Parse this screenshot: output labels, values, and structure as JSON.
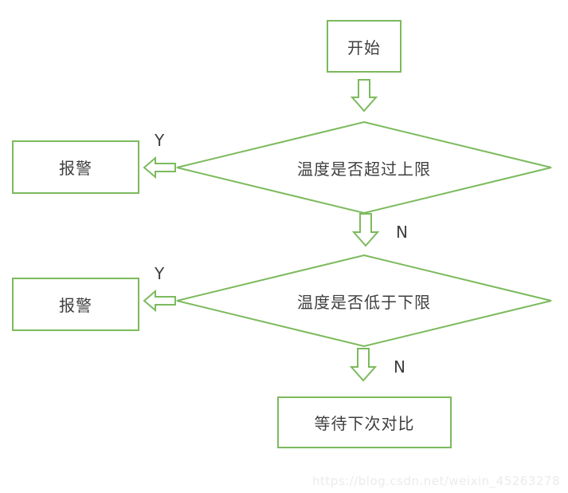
{
  "colors": {
    "accent_green": "#7cba5d",
    "text": "#3f3f3f",
    "watermark": "#ebebeb",
    "background": "#ffffff"
  },
  "flowchart": {
    "start": {
      "label": "开始"
    },
    "decision_upper": {
      "label": "温度是否超过上限",
      "yes_label": "Y",
      "no_label": "N"
    },
    "alarm_upper": {
      "label": "报警"
    },
    "decision_lower": {
      "label": "温度是否低于下限",
      "yes_label": "Y",
      "no_label": "N"
    },
    "alarm_lower": {
      "label": "报警"
    },
    "wait": {
      "label": "等待下次对比"
    },
    "connectors": [
      "down-arrow-start-to-decision1",
      "left-arrow-decision1-to-alarm1",
      "down-arrow-decision1-to-decision2",
      "left-arrow-decision2-to-alarm2",
      "down-arrow-decision2-to-wait"
    ]
  },
  "watermark": {
    "text": "https://blog.csdn.net/weixin_45263278"
  }
}
